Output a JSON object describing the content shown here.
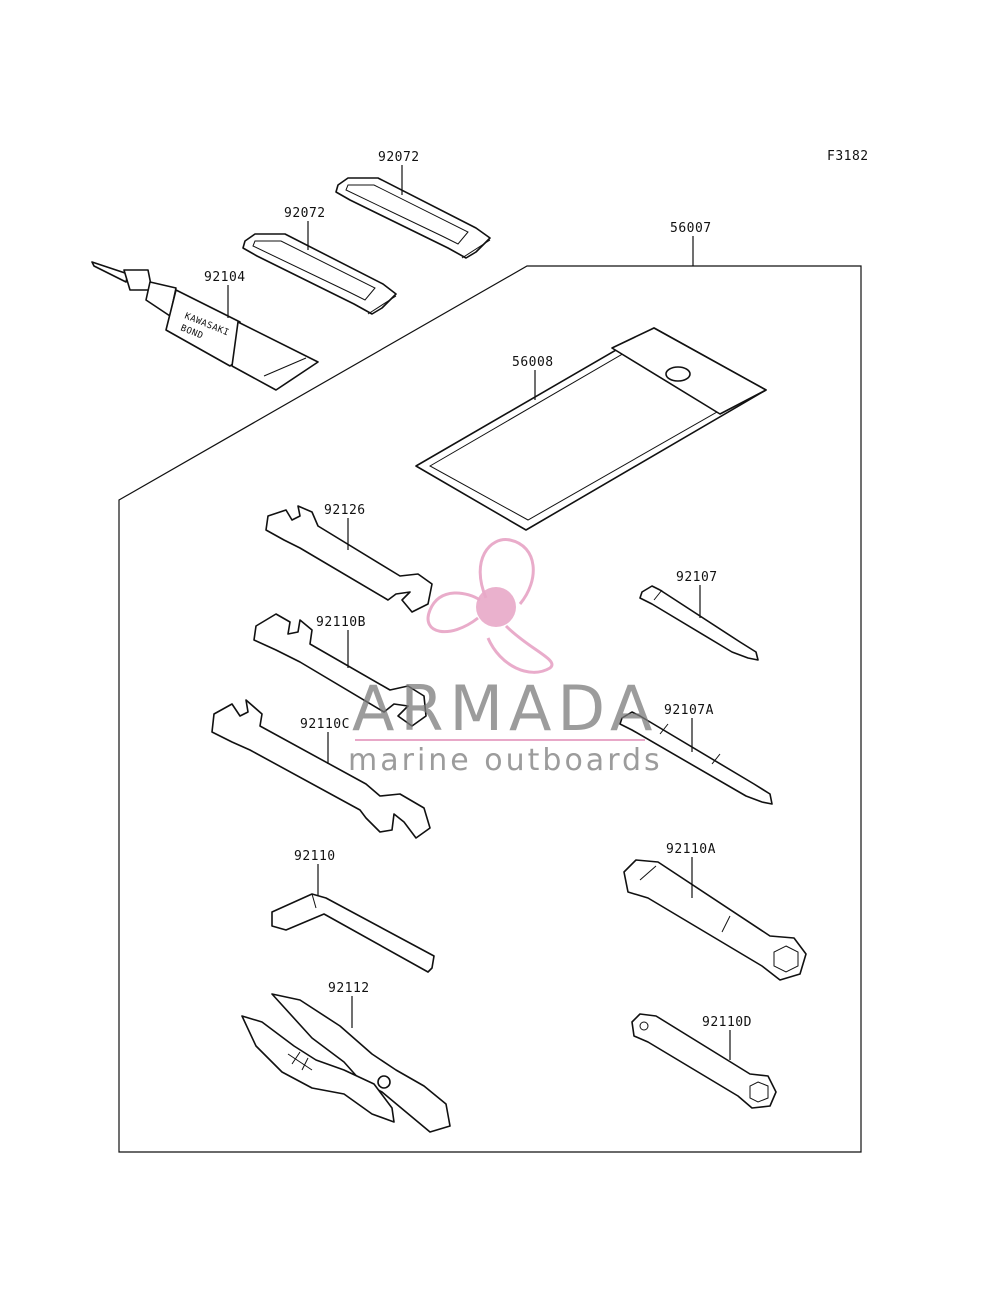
{
  "figure_code": "F3182",
  "labels": {
    "strap_a": "92072",
    "strap_b": "92072",
    "bond_tube": "92104",
    "tube_print_1": "KAWASAKI",
    "tube_print_2": "BOND",
    "tool_kit": "56007",
    "tool_case": "56008",
    "wrench_92126": "92126",
    "wrench_92110b": "92110B",
    "wrench_92110c": "92110C",
    "hex_key": "92110",
    "pliers": "92112",
    "screwdriver": "92107",
    "screwdriver_a": "92107A",
    "box_wrench_a": "92110A",
    "box_wrench_d": "92110D"
  },
  "watermark": {
    "title": "ARMADA",
    "subtitle": "marine outboards",
    "color": "#e8a8c8",
    "text_color": "#7b7b7b"
  }
}
